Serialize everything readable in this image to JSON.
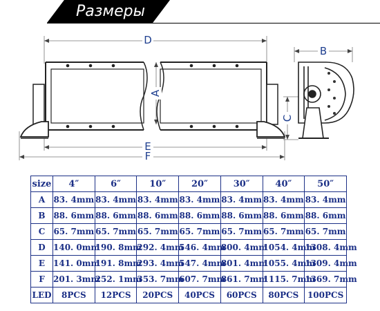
{
  "header": {
    "title": "Размеры"
  },
  "drawing": {
    "labels": {
      "d": "D",
      "e": "E",
      "f": "F",
      "a": "A",
      "b": "B",
      "c": "C"
    }
  },
  "table": {
    "corner": "size",
    "columns": [
      "4″",
      "6″",
      "10″",
      "20″",
      "30″",
      "40″",
      "50″"
    ],
    "rows": [
      {
        "label": "A",
        "cells": [
          "83. 4mm",
          "83. 4mm",
          "83. 4mm",
          "83. 4mm",
          "83. 4mm",
          "83. 4mm",
          "83. 4mm"
        ]
      },
      {
        "label": "B",
        "cells": [
          "88. 6mm",
          "88. 6mm",
          "88. 6mm",
          "88. 6mm",
          "88. 6mm",
          "88. 6mm",
          "88. 6mm"
        ]
      },
      {
        "label": "C",
        "cells": [
          "65. 7mm",
          "65. 7mm",
          "65. 7mm",
          "65. 7mm",
          "65. 7mm",
          "65. 7mm",
          "65. 7mm"
        ]
      },
      {
        "label": "D",
        "cells": [
          "140. 0mm",
          "190. 8mm",
          "292. 4mm",
          "546. 4mm",
          "800. 4mm",
          "1054. 4mm",
          "1308. 4mm"
        ]
      },
      {
        "label": "E",
        "cells": [
          "141. 0mm",
          "191. 8mm",
          "293. 4mm",
          "547. 4mm",
          "801. 4mm",
          "1055. 4mm",
          "1309. 4mm"
        ]
      },
      {
        "label": "F",
        "cells": [
          "201. 3mm",
          "252. 1mm",
          "353. 7mm",
          "607. 7mm",
          "861. 7mm",
          "1115. 7mm",
          "1369. 7mm"
        ]
      },
      {
        "label": "LED",
        "cells": [
          "8PCS",
          "12PCS",
          "20PCS",
          "40PCS",
          "60PCS",
          "80PCS",
          "100PCS"
        ]
      }
    ]
  }
}
